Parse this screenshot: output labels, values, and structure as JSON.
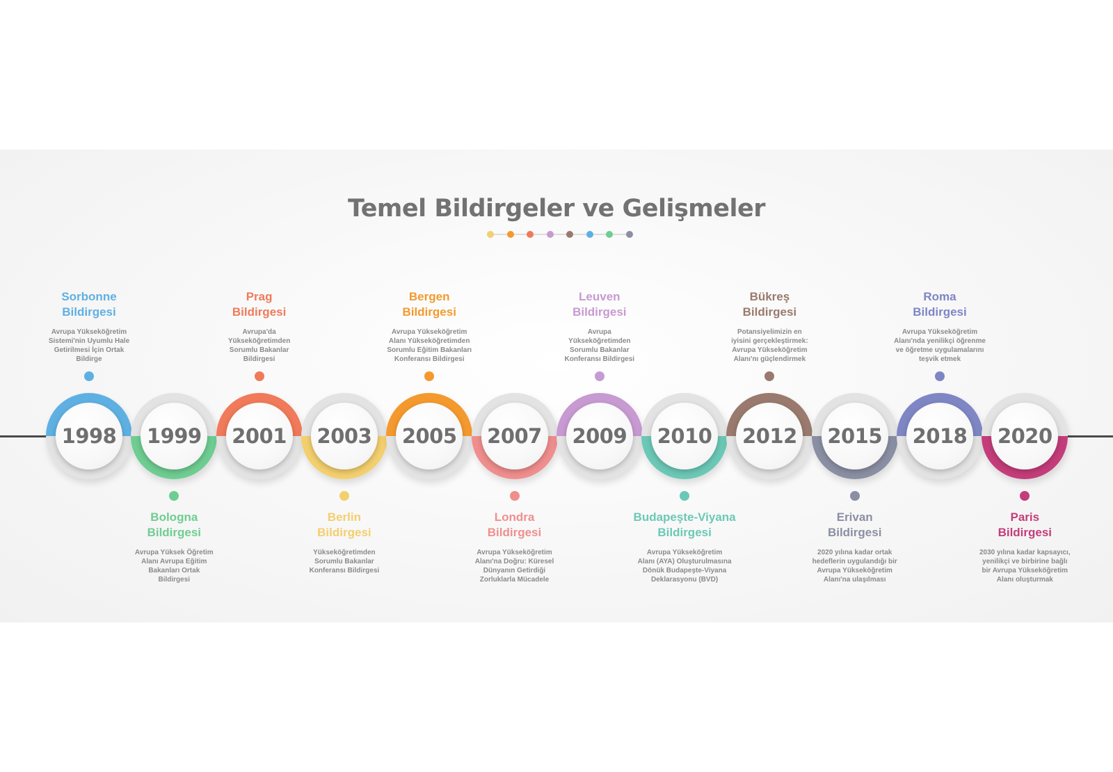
{
  "title": "Temel Bildirgeler ve Gelişmeler",
  "colors": {
    "track": "#e3e3e3",
    "title_dots": [
      "#f3cf6e",
      "#f4992d",
      "#f07a5a",
      "#c79ad2",
      "#9a7a6e",
      "#5fb0e2",
      "#6fcd92",
      "#8a8fa3"
    ]
  },
  "timeline": [
    {
      "year": "1998",
      "name": [
        "Sorbonne",
        "Bildirgesi"
      ],
      "desc": [
        "Avrupa Yükseköğretim",
        "Sistemi'nin Uyumlu Hale",
        "Getirilmesi İçin Ortak",
        "Bildirge"
      ],
      "position": "top",
      "color": "#5fb0e2"
    },
    {
      "year": "1999",
      "name": [
        "Bologna",
        "Bildirgesi"
      ],
      "desc": [
        "Avrupa Yüksek Öğretim",
        "Alanı Avrupa Eğitim",
        "Bakanları Ortak",
        "Bildirgesi"
      ],
      "position": "bottom",
      "color": "#6fcd92"
    },
    {
      "year": "2001",
      "name": [
        "Prag",
        "Bildirgesi"
      ],
      "desc": [
        "Avrupa'da",
        "Yükseköğretimden",
        "Sorumlu Bakanlar",
        "Bildirgesi"
      ],
      "position": "top",
      "color": "#f07a5a"
    },
    {
      "year": "2003",
      "name": [
        "Berlin",
        "Bildirgesi"
      ],
      "desc": [
        "Yükseköğretimden",
        "Sorumlu Bakanlar",
        "Konferansı Bildirgesi"
      ],
      "position": "bottom",
      "color": "#f3cf6e"
    },
    {
      "year": "2005",
      "name": [
        "Bergen",
        "Bildirgesi"
      ],
      "desc": [
        "Avrupa Yükseköğretim",
        "Alanı Yükseköğretimden",
        "Sorumlu Eğitim Bakanları",
        "Konferansı Bildirgesi"
      ],
      "position": "top",
      "color": "#f4992d"
    },
    {
      "year": "2007",
      "name": [
        "Londra",
        "Bildirgesi"
      ],
      "desc": [
        "Avrupa Yükseköğretim",
        "Alanı'na Doğru: Küresel",
        "Dünyanın Getirdiği",
        "Zorluklarla Mücadele"
      ],
      "position": "bottom",
      "color": "#f08e8e"
    },
    {
      "year": "2009",
      "name": [
        "Leuven",
        "Bildirgesi"
      ],
      "desc": [
        "Avrupa",
        "Yükseköğretimden",
        "Sorumlu Bakanlar",
        "Konferansı Bildirgesi"
      ],
      "position": "top",
      "color": "#c79ad2"
    },
    {
      "year": "2010",
      "name": [
        "Budapeşte-Viyana",
        "Bildirgesi"
      ],
      "desc": [
        "Avrupa Yükseköğretim",
        "Alanı (AYA) Oluşturulmasına",
        "Dönük Budapeşte-Viyana",
        "Deklarasyonu (BVD)"
      ],
      "position": "bottom",
      "color": "#6cc8b6"
    },
    {
      "year": "2012",
      "name": [
        "Bükreş",
        "Bildirgesi"
      ],
      "desc": [
        "Potansiyelimizin en",
        "iyisini gerçekleştirmek:",
        "Avrupa Yükseköğretim",
        "Alanı'nı güçlendirmek"
      ],
      "position": "top",
      "color": "#9a7a6e"
    },
    {
      "year": "2015",
      "name": [
        "Erivan",
        "Bildirgesi"
      ],
      "desc": [
        "2020 yılına kadar ortak",
        "hedeflerin uygulandığı bir",
        "Avrupa Yükseköğretim",
        "Alanı'na ulaşılması"
      ],
      "position": "bottom",
      "color": "#8a8fa3"
    },
    {
      "year": "2018",
      "name": [
        "Roma",
        "Bildirgesi"
      ],
      "desc": [
        "Avrupa Yükseköğretim",
        "Alanı'nda yenilikçi öğrenme",
        "ve öğretme uygulamalarını",
        "teşvik etmek"
      ],
      "position": "top",
      "color": "#7e86c4"
    },
    {
      "year": "2020",
      "name": [
        "Paris",
        "Bildirgesi"
      ],
      "desc": [
        "2030 yılına kadar kapsayıcı,",
        "yenilikçi ve birbirine bağlı",
        "bir Avrupa Yükseköğretim",
        "Alanı oluşturmak"
      ],
      "position": "bottom",
      "color": "#c43d7a"
    }
  ]
}
